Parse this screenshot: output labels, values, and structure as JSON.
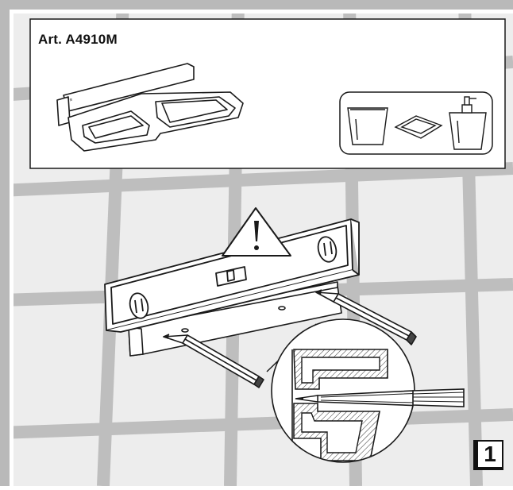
{
  "article": {
    "code": "Art. A4910M"
  },
  "step": {
    "number": "1"
  },
  "colors": {
    "frame": "#b9b9b9",
    "tile": "#ececec",
    "grout": "#bdbdbd",
    "line": "#1a1a1a",
    "hatch": "#333333"
  },
  "icons": [
    "warning-icon",
    "spirit-level",
    "pencil",
    "soap-dish",
    "tumbler",
    "soap-dispenser"
  ]
}
